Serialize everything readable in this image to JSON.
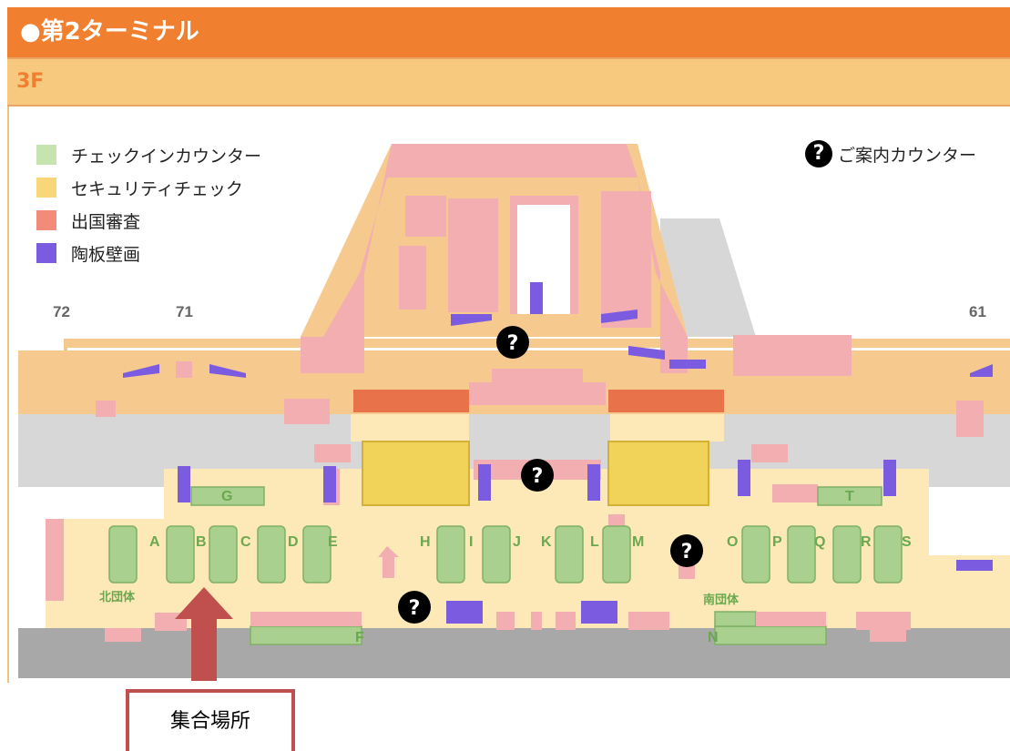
{
  "header": {
    "title": "●第2ターミナル",
    "floor": "3F"
  },
  "legend": [
    {
      "label": "チェックインカウンター",
      "color": "#c6e3b0"
    },
    {
      "label": "セキュリティチェック",
      "color": "#fad67a"
    },
    {
      "label": "出国審査",
      "color": "#f28b7a"
    },
    {
      "label": "陶板壁画",
      "color": "#7b5ce0"
    }
  ],
  "info_legend": {
    "icon": "question-mark-icon",
    "label": "ご案内カウンター"
  },
  "gates": {
    "g72": "72",
    "g71": "71",
    "g61": "61"
  },
  "counters": {
    "A": "A",
    "B": "B",
    "C": "C",
    "D": "D",
    "E": "E",
    "H": "H",
    "I": "I",
    "J": "J",
    "K": "K",
    "L": "L",
    "M": "M",
    "O": "O",
    "P": "P",
    "Q": "Q",
    "R": "R",
    "S": "S",
    "F": "F",
    "G": "G",
    "N": "N",
    "T": "T"
  },
  "groups": {
    "north": "北団体",
    "south": "南団体"
  },
  "callout": {
    "label": "集合場所"
  },
  "colors": {
    "header": "#f07f2f",
    "floor_band": "#f7c97f",
    "pink": "#f2aeb0",
    "tan": "#f6c98e",
    "floor": "#fde9b8",
    "green": "#a9d08e",
    "gray": "#d7d7d7",
    "arrow": "#c0504d"
  }
}
